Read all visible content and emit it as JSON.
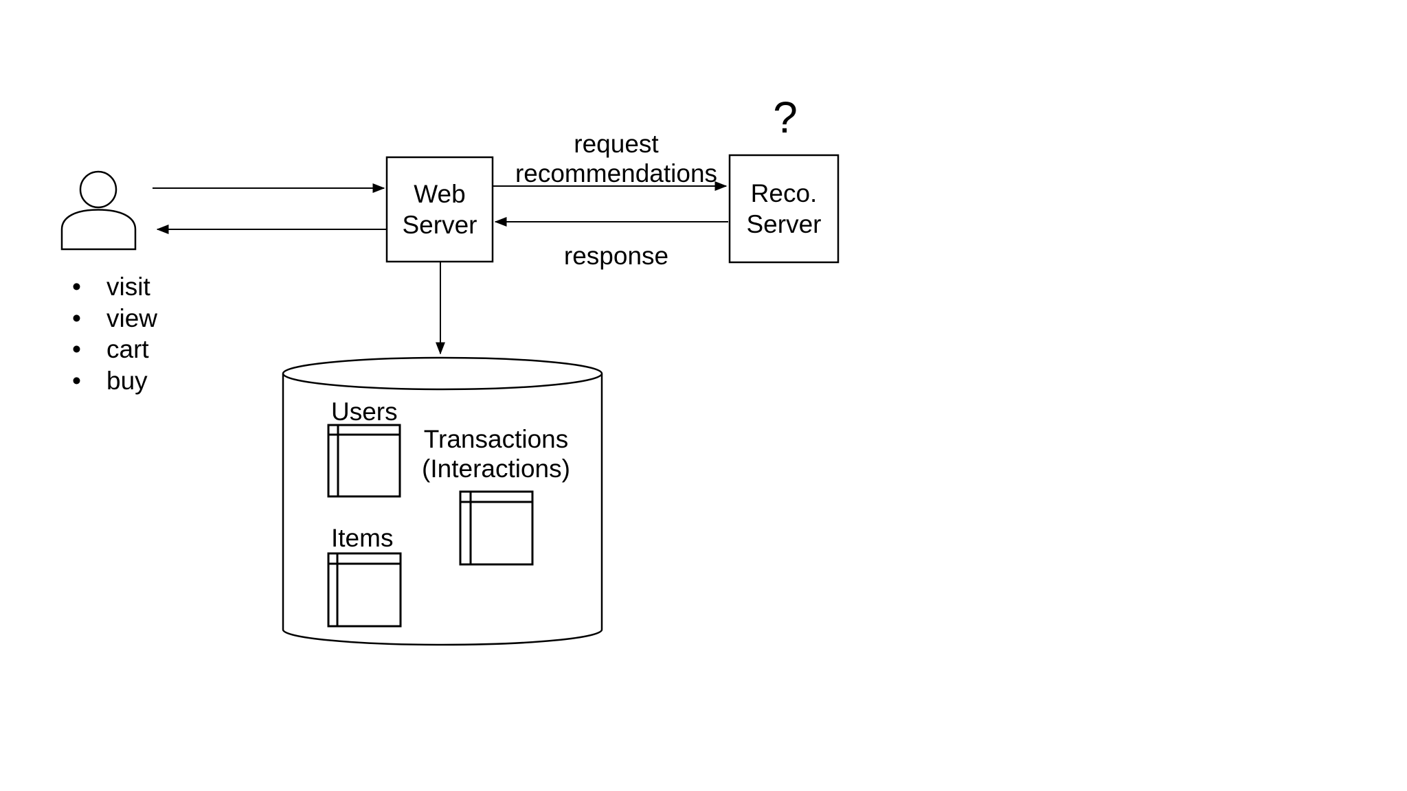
{
  "meta": {
    "type": "architecture-diagram-slide",
    "background": "#ffffff"
  },
  "colors": {
    "stroke": "#000000",
    "text": "#000000",
    "fill": "#ffffff"
  },
  "icons": {
    "user": "person-icon",
    "database": "database-cylinder-icon",
    "table": "table-grid-icon",
    "arrowhead": "solid-triangle-arrowhead"
  },
  "user": {
    "actions": [
      "visit",
      "view",
      "cart",
      "buy"
    ]
  },
  "nodes": {
    "web_server": {
      "line1": "Web",
      "line2": "Server"
    },
    "reco_server": {
      "line1": "Reco.",
      "line2": "Server",
      "uncertainty_mark": "?"
    },
    "database": {
      "tables": [
        {
          "label": "Users"
        },
        {
          "label_line1": "Transactions",
          "label_line2": "(Interactions)"
        },
        {
          "label": "Items"
        }
      ]
    }
  },
  "edges": {
    "request": {
      "line1": "request",
      "line2": "recommendations"
    },
    "response": {
      "label": "response"
    }
  }
}
